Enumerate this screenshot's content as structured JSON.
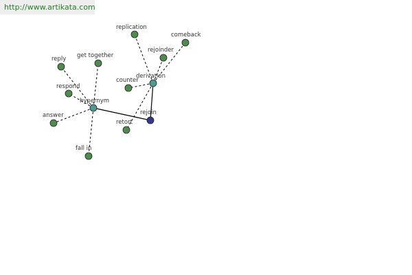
{
  "url": "http://www.artikata.com",
  "colors": {
    "leaf": "#4f8a4f",
    "relation": "#4f9a90",
    "root": "#34398a"
  },
  "nodes": [
    {
      "id": "rejoin",
      "label": "rejoin",
      "kind": "root"
    },
    {
      "id": "hypernym",
      "label": "hypernym",
      "kind": "relation"
    },
    {
      "id": "derivation",
      "label": "derivation",
      "kind": "relation"
    },
    {
      "id": "reply",
      "label": "reply",
      "kind": "leaf"
    },
    {
      "id": "get-together",
      "label": "get together",
      "kind": "leaf"
    },
    {
      "id": "respond",
      "label": "respond",
      "kind": "leaf"
    },
    {
      "id": "answer",
      "label": "answer",
      "kind": "leaf"
    },
    {
      "id": "fall-in",
      "label": "fall in",
      "kind": "leaf"
    },
    {
      "id": "replication",
      "label": "replication",
      "kind": "leaf"
    },
    {
      "id": "comeback",
      "label": "comeback",
      "kind": "leaf"
    },
    {
      "id": "rejoinder",
      "label": "rejoinder",
      "kind": "leaf"
    },
    {
      "id": "counter",
      "label": "counter",
      "kind": "leaf"
    },
    {
      "id": "retort",
      "label": "retort",
      "kind": "leaf"
    }
  ],
  "edges": [
    {
      "from": "rejoin",
      "to": "hypernym",
      "style": "solid"
    },
    {
      "from": "rejoin",
      "to": "derivation",
      "style": "solid"
    },
    {
      "from": "hypernym",
      "to": "reply",
      "style": "dashed"
    },
    {
      "from": "hypernym",
      "to": "get-together",
      "style": "dashed"
    },
    {
      "from": "hypernym",
      "to": "respond",
      "style": "dashed"
    },
    {
      "from": "hypernym",
      "to": "answer",
      "style": "dashed"
    },
    {
      "from": "hypernym",
      "to": "fall-in",
      "style": "dashed"
    },
    {
      "from": "derivation",
      "to": "replication",
      "style": "dashed"
    },
    {
      "from": "derivation",
      "to": "comeback",
      "style": "dashed"
    },
    {
      "from": "derivation",
      "to": "rejoinder",
      "style": "dashed"
    },
    {
      "from": "derivation",
      "to": "counter",
      "style": "dashed"
    },
    {
      "from": "derivation",
      "to": "retort",
      "style": "dashed"
    }
  ]
}
